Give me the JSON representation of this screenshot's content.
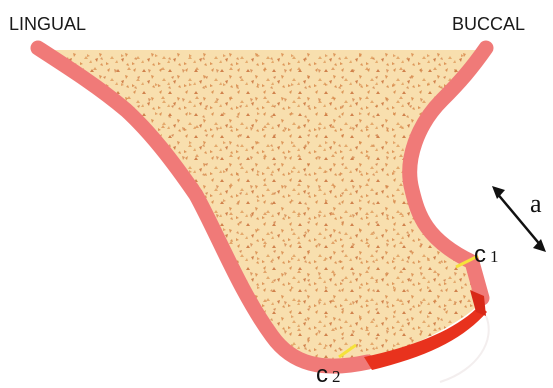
{
  "labels": {
    "lingual": "LINGUAL",
    "buccal": "BUCCAL",
    "c1_letter": "c",
    "c1_sub": "1",
    "c2_letter": "c",
    "c2_sub": "2",
    "arrow": "a"
  },
  "colors": {
    "cortex": "#f07a78",
    "cancellous": "#f8dfae",
    "speckle": "#d8894a",
    "crest": "#e8321d",
    "marker": "#f5e23a",
    "ink": "#111111"
  },
  "icons": {
    "arrow": "double-headed-diagonal-arrow"
  }
}
